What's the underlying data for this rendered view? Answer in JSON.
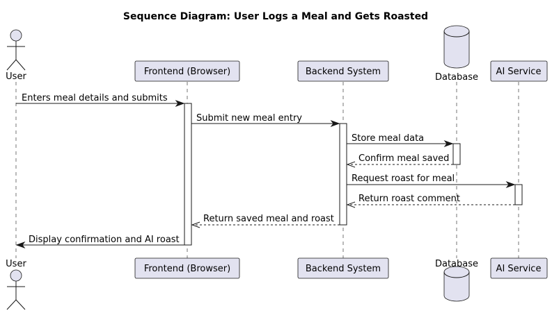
{
  "title": "Sequence Diagram: User Logs a Meal and Gets Roasted",
  "participants": {
    "user": "User",
    "frontend": "Frontend (Browser)",
    "backend": "Backend System",
    "database": "Database",
    "ai": "AI Service"
  },
  "messages": {
    "m1": "Enters meal details and submits",
    "m2": "Submit new meal entry",
    "m3": "Store meal data",
    "m4": "Confirm meal saved",
    "m5": "Request roast for meal",
    "m6": "Return roast comment",
    "m7": "Return saved meal and roast",
    "m8": "Display confirmation and AI roast"
  },
  "colors": {
    "participant_fill": "#E2E2F0",
    "line": "#181818"
  }
}
